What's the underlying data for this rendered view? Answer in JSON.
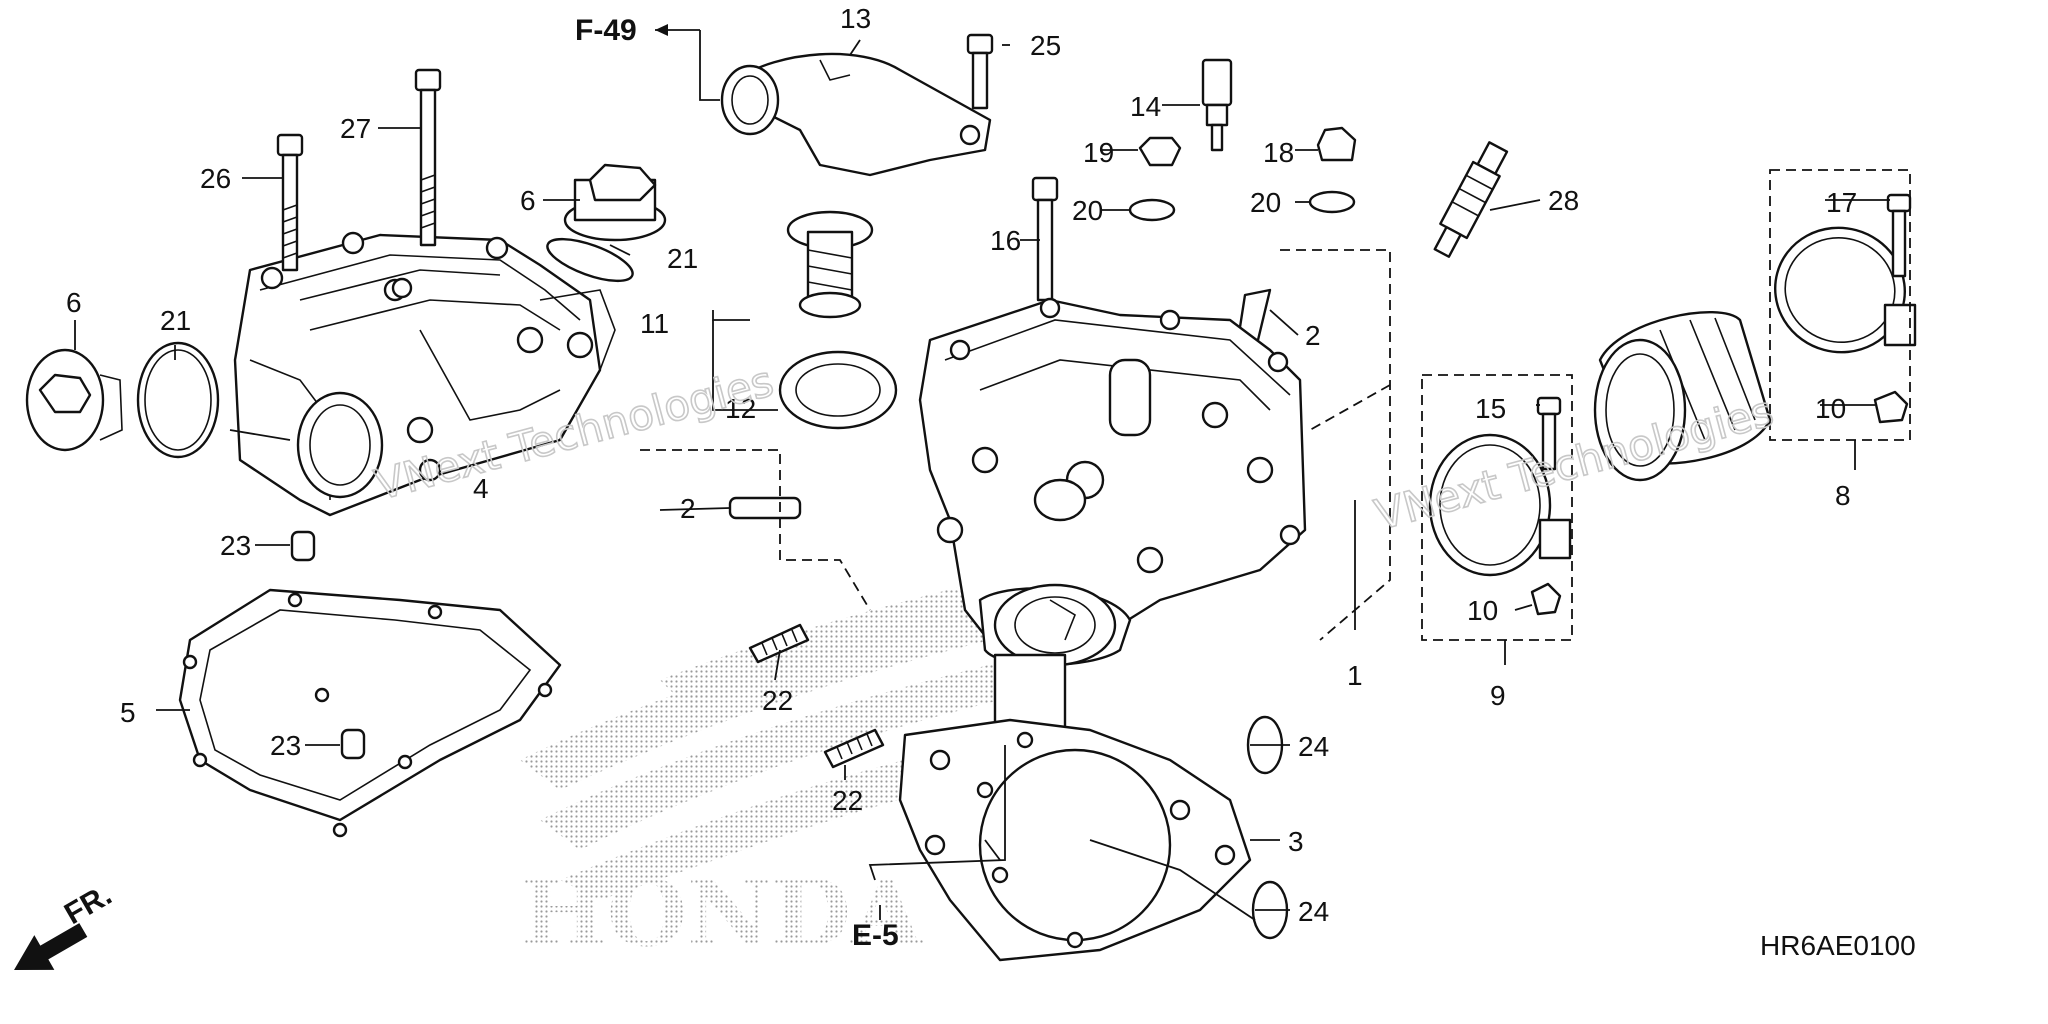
{
  "diagram": {
    "part_labels": [
      "1",
      "2",
      "2",
      "3",
      "4",
      "5",
      "6",
      "6",
      "8",
      "9",
      "10",
      "10",
      "11",
      "12",
      "13",
      "14",
      "15",
      "16",
      "17",
      "18",
      "19",
      "20",
      "20",
      "21",
      "21",
      "22",
      "22",
      "23",
      "23",
      "24",
      "24",
      "25",
      "26",
      "27",
      "28"
    ],
    "reference_labels": {
      "f49": "F-49",
      "e5": "E-5",
      "front": "FR."
    },
    "diagram_code": "HR6AE0100",
    "brand_watermark": "HONDA",
    "watermark_text": "VNext Technologies"
  },
  "colors": {
    "line": "#111111",
    "watermark": "#c8c8c8",
    "background": "#ffffff"
  }
}
